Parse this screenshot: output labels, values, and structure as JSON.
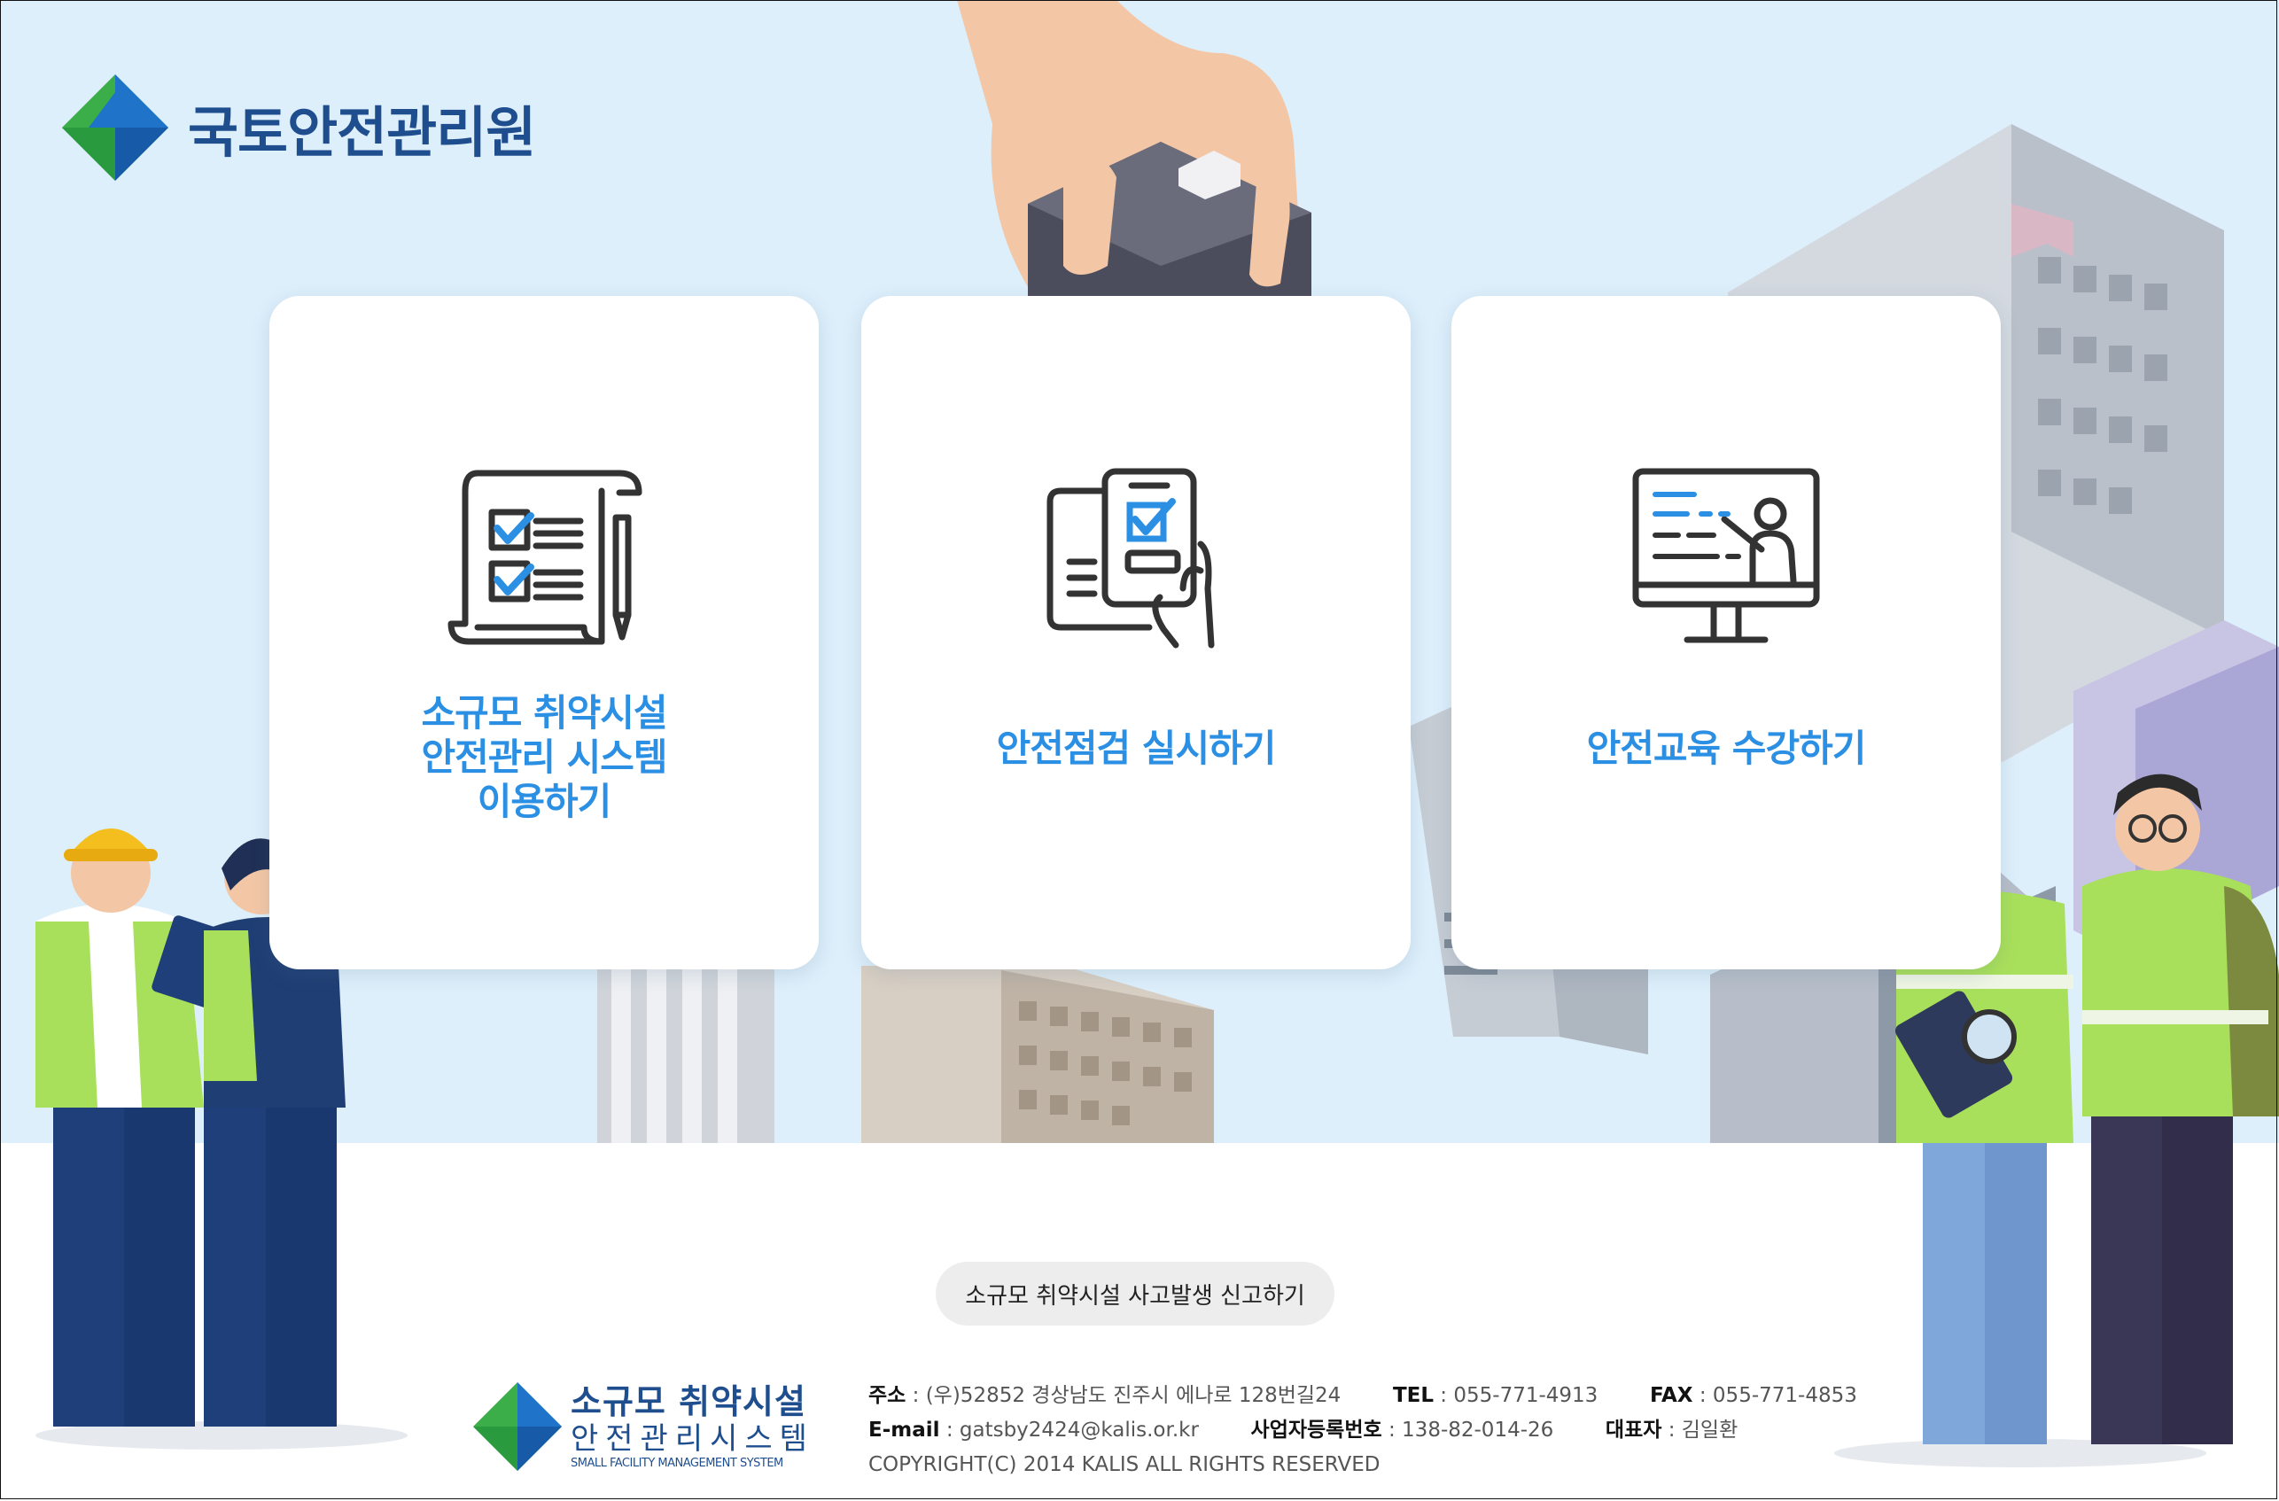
{
  "header": {
    "org_name": "국토안전관리원"
  },
  "cards": [
    {
      "line1": "소규모 취약시설",
      "line2": "안전관리 시스템",
      "line3": "이용하기"
    },
    {
      "label": "안전점검 실시하기"
    },
    {
      "label": "안전교육 수강하기"
    }
  ],
  "report_button": "소규모 취약시설 사고발생 신고하기",
  "footer_logo": {
    "title": "소규모 취약시설",
    "subtitle": "안전관리시스템",
    "english": "SMALL FACILITY MANAGEMENT SYSTEM"
  },
  "footer": {
    "address_label": "주소",
    "address": "(우)52852 경상남도 진주시 에나로 128번길24",
    "tel_label": "TEL",
    "tel": "055-771-4913",
    "fax_label": "FAX",
    "fax": "055-771-4853",
    "email_label": "E-mail",
    "email": "gatsby2424@kalis.or.kr",
    "bizno_label": "사업자등록번호",
    "bizno": "138-82-014-26",
    "ceo_label": "대표자",
    "ceo": "김일환",
    "copyright": "COPYRIGHT(C) 2014 KALIS ALL RIGHTS RESERVED"
  },
  "colors": {
    "accent": "#2b8fe3",
    "brand_navy": "#1f4e8f",
    "brand_green": "#3cae49",
    "sky": "#ddeffb"
  },
  "icons": [
    "checklist-document-icon",
    "mobile-inspection-icon",
    "online-lecture-icon"
  ]
}
